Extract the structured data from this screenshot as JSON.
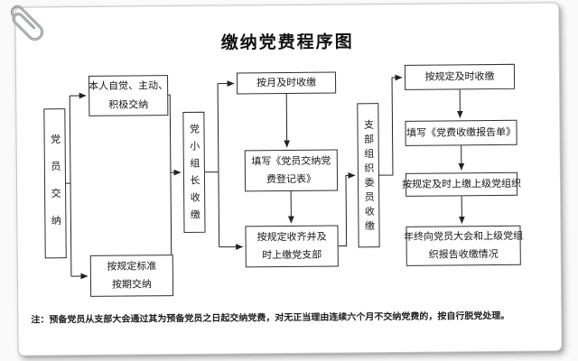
{
  "title": "缴纳党费程序图",
  "note": "注：预备党员从支部大会通过其为预备党员之日起交纳党费，对无正当理由连续六个月不交纳党费的，按自行脱党处理。",
  "flowchart": {
    "stage1": {
      "label": "党员交纳"
    },
    "branch1a": {
      "lines": [
        "本人自觉、主动、",
        "积极交纳"
      ]
    },
    "branch1b": {
      "lines": [
        "按规定标准",
        "按期交纳"
      ]
    },
    "stage2": {
      "label": "党小组长收缴"
    },
    "step2a": {
      "label": "按月及时收缴"
    },
    "step2b": {
      "lines": [
        "填写《党员交纳党",
        "费登记表》"
      ]
    },
    "step2c": {
      "lines": [
        "按规定收齐并及",
        "时上缴党支部"
      ]
    },
    "stage3": {
      "label": "支部组织委员收缴"
    },
    "step3a": {
      "label": "按规定及时收缴"
    },
    "step3b": {
      "label": "填写《党费收缴报告单》"
    },
    "step3c": {
      "label": "按规定及时上缴上级党组织"
    },
    "step3d": {
      "lines": [
        "年终向党员大会和上级党组",
        "织报告收缴情况"
      ]
    }
  },
  "colors": {
    "line": "#222222",
    "box_border": "#2f2f2f",
    "card_bg": "#ffffff",
    "clip_gray": "#8d9194"
  }
}
